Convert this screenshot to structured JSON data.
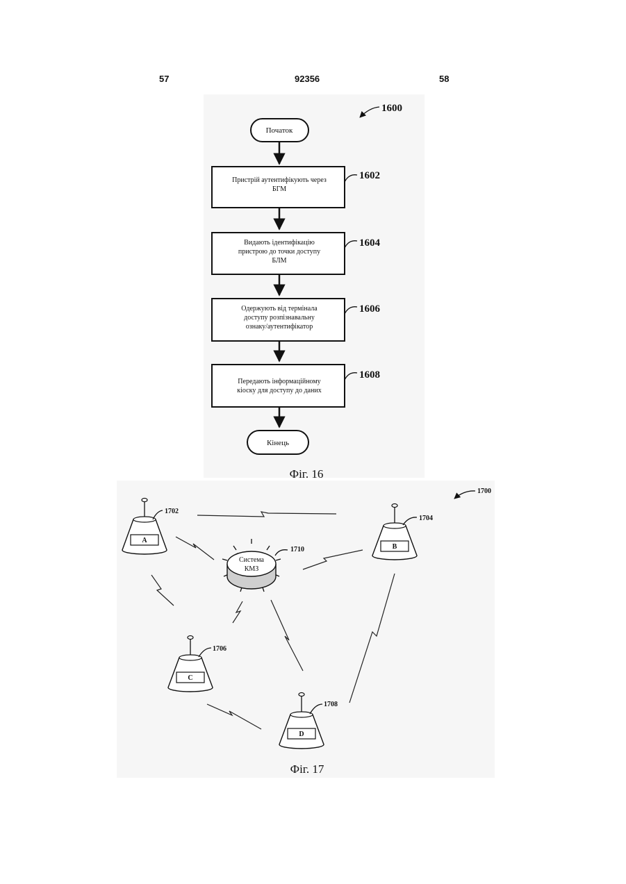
{
  "header": {
    "page_left": "57",
    "patent_number": "92356",
    "page_right": "58"
  },
  "fig16": {
    "ref": "1600",
    "start": "Початок",
    "end": "Кінець",
    "steps": [
      {
        "ref": "1602",
        "lines": [
          "Пристрій аутентифікують через",
          "БГМ"
        ]
      },
      {
        "ref": "1604",
        "lines": [
          "Видають ідентифікацію",
          "пристрою до точки доступу",
          "БЛМ"
        ]
      },
      {
        "ref": "1606",
        "lines": [
          "Одержують від термінала",
          "доступу розпізнавальну",
          "ознаку/аутентифікатор"
        ]
      },
      {
        "ref": "1608",
        "lines": [
          "Передають інформаційному",
          "кіоску для доступу до даних"
        ]
      }
    ],
    "caption": "Фіг. 16"
  },
  "fig17": {
    "ref": "1700",
    "hub": {
      "ref": "1710",
      "lines": [
        "Система",
        "КМЗ"
      ]
    },
    "kiosks": [
      {
        "ref": "1702",
        "label": "A"
      },
      {
        "ref": "1704",
        "label": "B"
      },
      {
        "ref": "1706",
        "label": "C"
      },
      {
        "ref": "1708",
        "label": "D"
      }
    ],
    "caption": "Фіг. 17"
  }
}
